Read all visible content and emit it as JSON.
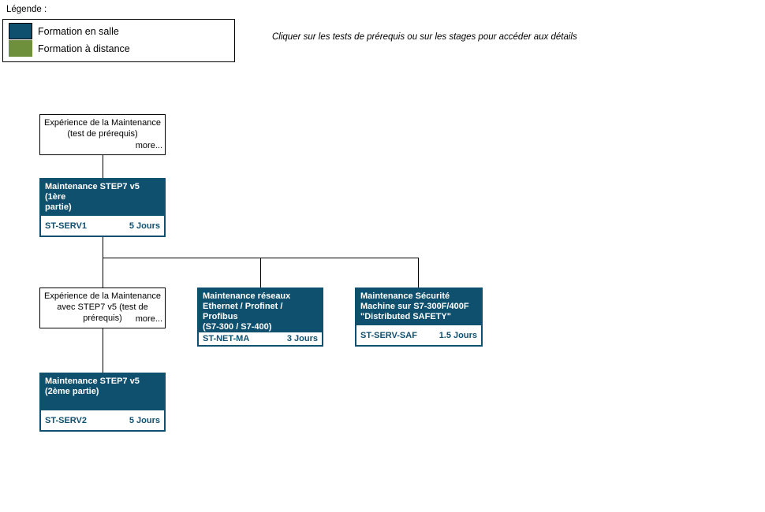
{
  "legend": {
    "title": "Légende :",
    "items": [
      {
        "label": "Formation en salle",
        "color": "#0f506f"
      },
      {
        "label": "Formation à distance",
        "color": "#6e8f3b"
      }
    ]
  },
  "instruction": "Cliquer sur les tests de prérequis ou sur les stages pour accéder aux détails",
  "colors": {
    "classroom_training": "#0f506f",
    "distance_training": "#6e8f3b",
    "connector_line": "#000000",
    "course_text": "#ffffff"
  },
  "nodes": {
    "prereq1": {
      "lines": [
        "Expérience de la Maintenance",
        "(test de prérequis)"
      ],
      "more_label": "more..."
    },
    "course1": {
      "lines": [
        "Maintenance STEP7 v5 (1ère",
        "partie)"
      ],
      "code": "ST-SERV1",
      "duration": "5 Jours"
    },
    "prereq2": {
      "lines": [
        "Expérience de la Maintenance",
        "avec STEP7 v5 (test de",
        "prérequis)"
      ],
      "more_label": "more..."
    },
    "course2": {
      "lines": [
        "Maintenance réseaux",
        "Ethernet / Profinet / Profibus",
        "(S7-300 / S7-400)"
      ],
      "code": "ST-NET-MA",
      "duration": "3 Jours"
    },
    "course3": {
      "lines": [
        "Maintenance Sécurité",
        "Machine sur S7-300F/400F",
        "\"Distributed SAFETY\""
      ],
      "code": "ST-SERV-SAF",
      "duration": "1.5 Jours"
    },
    "course4": {
      "lines": [
        "Maintenance STEP7 v5",
        "(2ème partie)"
      ],
      "code": "ST-SERV2",
      "duration": "5 Jours"
    }
  }
}
